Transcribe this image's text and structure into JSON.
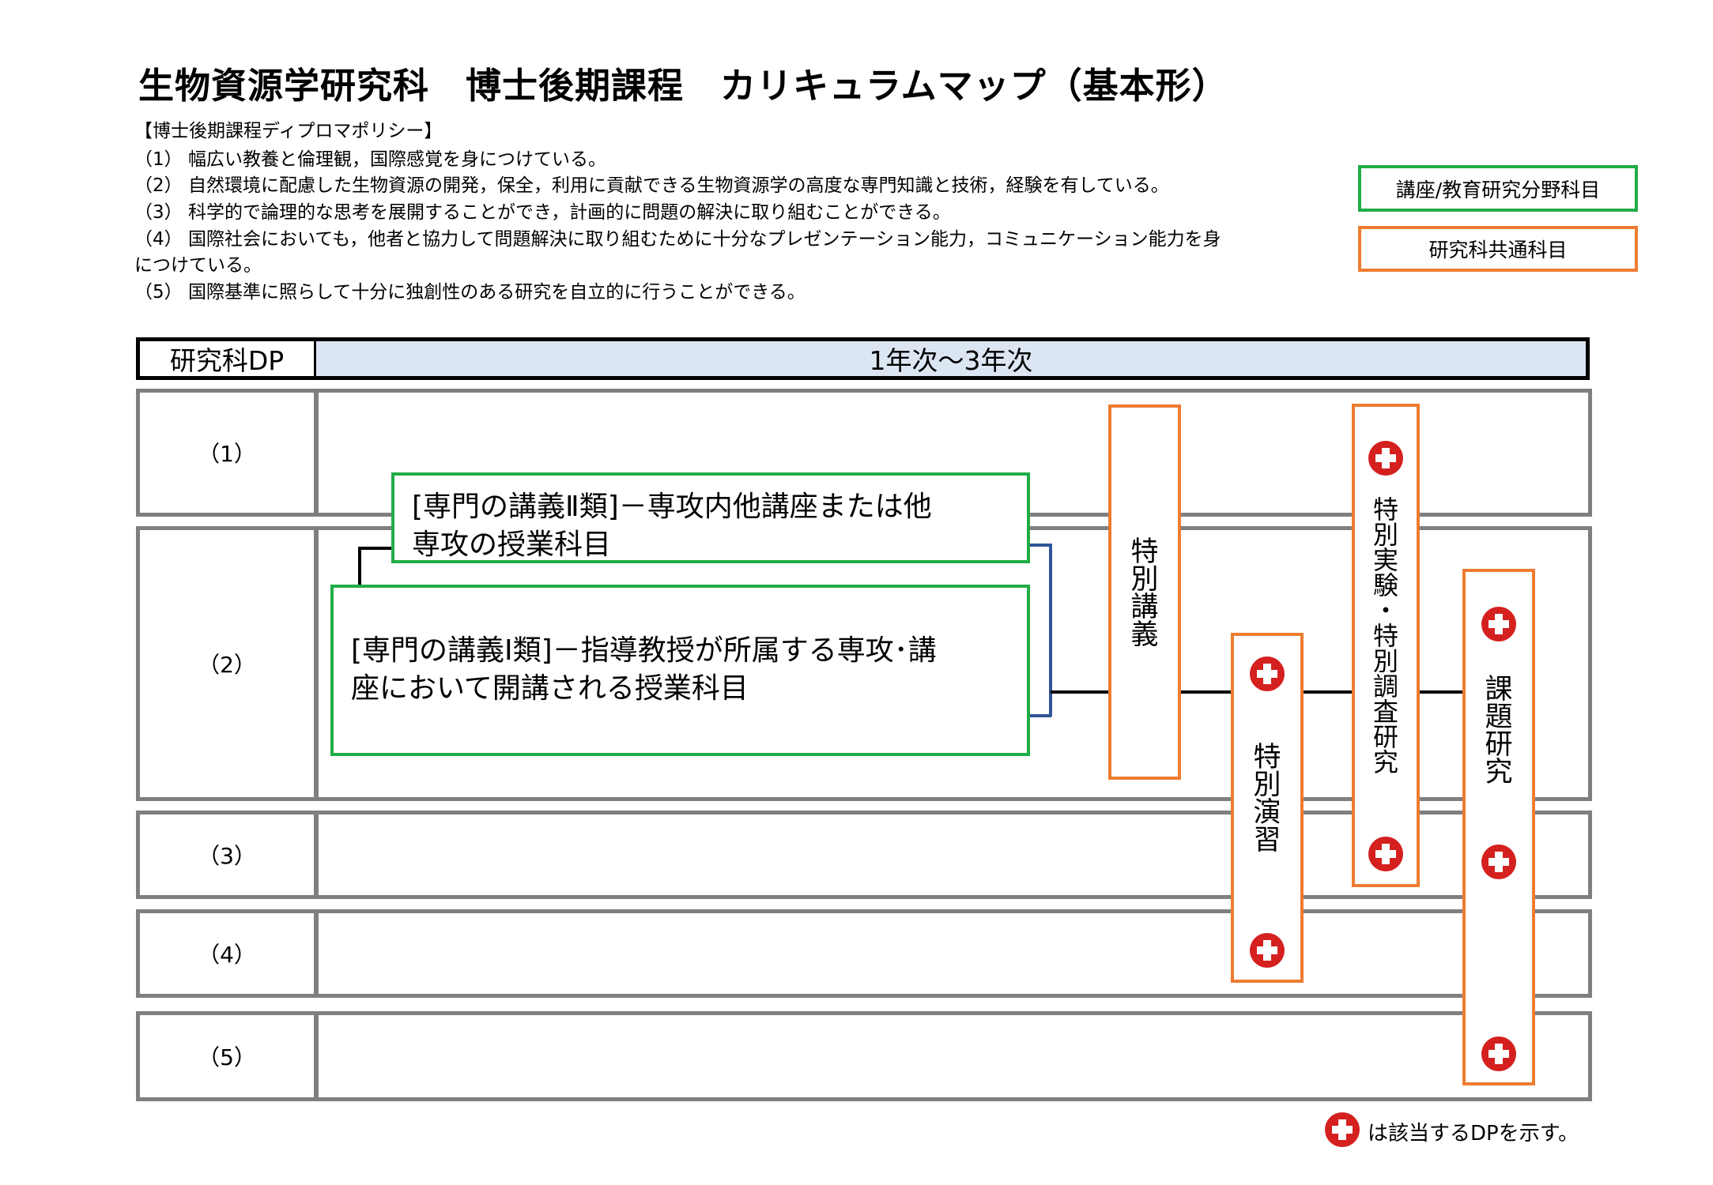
{
  "title": "生物資源学研究科　博士後期課程　カリキュラムマップ（基本形）",
  "diploma_policy": {
    "heading": "【博士後期課程ディプロマポリシー】",
    "items": [
      "（1） 幅広い教養と倫理観，国際感覚を身につけている。",
      "（2） 自然環境に配慮した生物資源の開発，保全，利用に貢献できる生物資源学の高度な専門知識と技術，経験を有している。",
      "（3） 科学的で論理的な思考を展開することができ，計画的に問題の解決に取り組むことができる。",
      "（4） 国際社会においても，他者と協力して問題解決に取り組むために十分なプレゼンテーション能力，コミュニケーション能力を身",
      "につけている。",
      "（5） 国際基準に照らして十分に独創性のある研究を自立的に行うことができる。"
    ]
  },
  "legend": {
    "green_label": "講座/教育研究分野科目",
    "orange_label": "研究科共通科目"
  },
  "table": {
    "header_left": "研究科DP",
    "header_right": "1年次～3年次",
    "rows": [
      "（1）",
      "（2）",
      "（3）",
      "（4）",
      "（5）"
    ]
  },
  "courses": {
    "lecture2": {
      "line1": "[専門の講義Ⅱ類]－専攻内他講座または他",
      "line2": "専攻の授業科目"
    },
    "lecture1": {
      "line1": "[専門の講義Ⅰ類]－指導教授が所属する専攻･講",
      "line2": "座において開講される授業科目"
    },
    "special_lecture": [
      "特",
      "別",
      "講",
      "義"
    ],
    "special_seminar": [
      "特",
      "別",
      "演",
      "習"
    ],
    "special_experiment": [
      "特",
      "別",
      "実",
      "験",
      "・",
      "特",
      "別",
      "調",
      "査",
      "研",
      "究"
    ],
    "research": [
      "課",
      "題",
      "研",
      "究"
    ]
  },
  "note": "は該当するDPを示す。",
  "colors": {
    "green": "#1fad47",
    "orange": "#ee7c30",
    "red": "#d4201f",
    "header_blue": "#dce6f3",
    "row_border": "#7f7f7f",
    "connector_blue": "#2f5597"
  },
  "icons": {
    "dp_marker": "red-plus-circle-icon"
  }
}
